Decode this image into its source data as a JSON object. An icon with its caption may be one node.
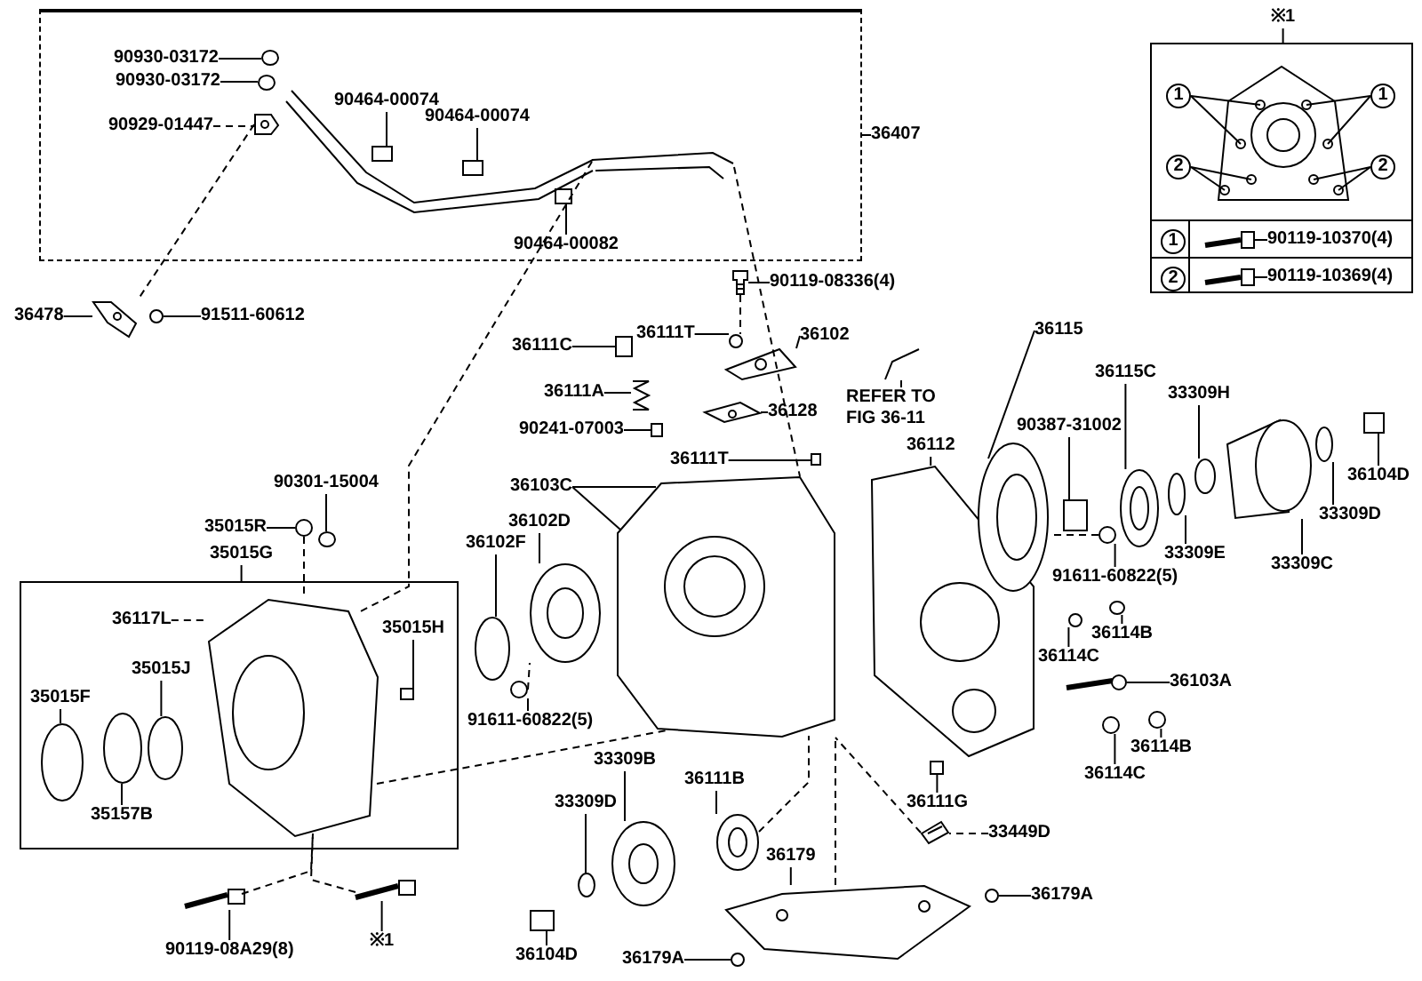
{
  "diagram": {
    "nodes": [
      {
        "text": [],
        "shape": "box"
      },
      {
        "text": [
          "90930-03172"
        ],
        "in": 0
      },
      {
        "text": [
          "90930-03172"
        ],
        "in": 0
      },
      {
        "text": [
          "90929-01447"
        ],
        "in": 0
      },
      {
        "text": [
          "90464-00074"
        ],
        "in": 0
      },
      {
        "text": [
          "90464-00074"
        ],
        "in": 0
      },
      {
        "text": [
          "90464-00082"
        ],
        "in": 0
      },
      {
        "text": [
          "36407"
        ]
      },
      {
        "text": [
          "36478"
        ]
      },
      {
        "text": [
          "91511-60612"
        ]
      },
      {
        "text": [
          "90119-08336(4)"
        ]
      },
      {
        "text": [
          "36111T"
        ]
      },
      {
        "text": [
          "36102"
        ]
      },
      {
        "text": [
          "36111C"
        ]
      },
      {
        "text": [
          "36111A"
        ]
      },
      {
        "text": [
          "90241-07003"
        ]
      },
      {
        "text": [
          "36128"
        ]
      },
      {
        "text": [
          "REFER TO FIG 36-11"
        ]
      },
      {
        "text": [
          "36111T"
        ]
      },
      {
        "text": [
          "36112"
        ]
      },
      {
        "text": [
          "36115"
        ]
      },
      {
        "text": [
          "36115C"
        ]
      },
      {
        "text": [
          "90387-31002"
        ]
      },
      {
        "text": [
          "33309H"
        ]
      },
      {
        "text": [
          "36104D"
        ]
      },
      {
        "text": [
          "33309D"
        ]
      },
      {
        "text": [
          "33309C"
        ]
      },
      {
        "text": [
          "33309E"
        ]
      },
      {
        "text": [
          "91611-60822(5)"
        ]
      },
      {
        "text": [
          "36103C"
        ]
      },
      {
        "text": [
          "36102D"
        ]
      },
      {
        "text": [
          "36102F"
        ]
      },
      {
        "text": [
          "90301-15004"
        ]
      },
      {
        "text": [
          "35015R"
        ]
      },
      {
        "text": [
          "36114B"
        ]
      },
      {
        "text": [
          "36114C"
        ]
      },
      {
        "text": [
          "36103A"
        ]
      },
      {
        "text": [
          "36114B"
        ]
      },
      {
        "text": [
          "36114C"
        ]
      },
      {
        "text": [
          "91611-60822(5)"
        ]
      },
      {
        "text": [
          "33309B"
        ]
      },
      {
        "text": [
          "33309D"
        ]
      },
      {
        "text": [
          "36111B"
        ]
      },
      {
        "text": [
          "36111G"
        ]
      },
      {
        "text": [
          "33449D"
        ]
      },
      {
        "text": [
          "36179"
        ]
      },
      {
        "text": [
          "36179A"
        ]
      },
      {
        "text": [
          "36104D"
        ]
      },
      {
        "text": [
          "36179A"
        ]
      },
      {
        "text": [],
        "shape": "box"
      },
      {
        "text": [
          "35015G"
        ]
      },
      {
        "text": [
          "36117L"
        ],
        "in": 49
      },
      {
        "text": [
          "35015H"
        ],
        "in": 49
      },
      {
        "text": [
          "35015J"
        ],
        "in": 49
      },
      {
        "text": [
          "35015F"
        ],
        "in": 49
      },
      {
        "text": [
          "35157B"
        ],
        "in": 49
      },
      {
        "text": [
          "90119-08A29(8)"
        ]
      },
      {
        "text": [
          "※1"
        ]
      },
      {
        "text": [],
        "shape": "box"
      },
      {
        "text": [
          "※1"
        ]
      },
      {
        "text": [
          "1"
        ],
        "in": 58
      },
      {
        "text": [
          "1"
        ],
        "in": 58
      },
      {
        "text": [
          "2"
        ],
        "in": 58
      },
      {
        "text": [
          "2"
        ],
        "in": 58
      },
      {
        "text": [
          "90119-10370(4)"
        ],
        "in": 58
      },
      {
        "text": [
          "90119-10369(4)"
        ],
        "in": 58
      },
      {
        "text": [
          "1"
        ],
        "in": 58
      },
      {
        "text": [
          "2"
        ],
        "in": 58
      },
      {
        "text": [],
        "shape": "circle",
        "in": 0
      },
      {
        "text": [],
        "shape": "circle",
        "in": 0
      },
      {
        "text": [],
        "shape": "picture",
        "in": 0
      },
      {
        "text": [],
        "shape": "box",
        "in": 0
      },
      {
        "text": [],
        "shape": "box",
        "in": 0
      },
      {
        "text": [],
        "shape": "box",
        "in": 0
      },
      {
        "text": [],
        "shape": "picture",
        "in": 0
      },
      {
        "text": [],
        "shape": "picture"
      },
      {
        "text": [],
        "shape": "circle"
      },
      {
        "text": [],
        "shape": "picture"
      },
      {
        "text": [],
        "shape": "circle"
      },
      {
        "text": [],
        "shape": "picture"
      },
      {
        "text": [],
        "shape": "box"
      },
      {
        "text": [],
        "shape": "picture"
      },
      {
        "text": [],
        "shape": "box"
      },
      {
        "text": [],
        "shape": "picture"
      },
      {
        "text": [],
        "shape": "picture"
      },
      {
        "text": [],
        "shape": "box"
      },
      {
        "text": [],
        "shape": "picture"
      },
      {
        "text": [],
        "shape": "picture"
      },
      {
        "text": [],
        "shape": "box"
      },
      {
        "text": [],
        "shape": "picture"
      },
      {
        "text": [],
        "shape": "circle"
      },
      {
        "text": [],
        "shape": "circle"
      },
      {
        "text": [],
        "shape": "picture"
      },
      {
        "text": [],
        "shape": "circle"
      },
      {
        "text": [],
        "shape": "box"
      },
      {
        "text": [],
        "shape": "circle"
      },
      {
        "text": [],
        "shape": "picture"
      },
      {
        "text": [],
        "shape": "picture"
      },
      {
        "text": [],
        "shape": "circle"
      },
      {
        "text": [],
        "shape": "circle"
      },
      {
        "text": [],
        "shape": "circle"
      },
      {
        "text": [],
        "shape": "circle"
      },
      {
        "text": [],
        "shape": "circle"
      },
      {
        "text": [],
        "shape": "picture"
      },
      {
        "text": [],
        "shape": "circle"
      },
      {
        "text": [],
        "shape": "circle"
      },
      {
        "text": [],
        "shape": "circle"
      },
      {
        "text": [],
        "shape": "picture"
      },
      {
        "text": [],
        "shape": "circle"
      },
      {
        "text": [],
        "shape": "box"
      },
      {
        "text": [],
        "shape": "picture"
      },
      {
        "text": [],
        "shape": "box"
      },
      {
        "text": [],
        "shape": "picture"
      },
      {
        "text": [],
        "shape": "picture"
      },
      {
        "text": [],
        "shape": "circle"
      },
      {
        "text": [],
        "shape": "circle"
      },
      {
        "text": [],
        "shape": "picture",
        "in": 49
      },
      {
        "text": [],
        "shape": "box",
        "in": 49
      },
      {
        "text": [],
        "shape": "circle",
        "in": 49
      },
      {
        "text": [],
        "shape": "circle",
        "in": 49
      },
      {
        "text": [],
        "shape": "circle",
        "in": 49
      },
      {
        "text": [],
        "shape": "picture"
      },
      {
        "text": [],
        "shape": "picture"
      },
      {
        "text": [],
        "shape": "picture",
        "in": 58
      },
      {
        "text": [],
        "shape": "picture",
        "in": 58
      },
      {
        "text": [],
        "shape": "picture",
        "in": 58
      }
    ],
    "edges": [
      {
        "from": 1,
        "to": 68,
        "arrow": "none"
      },
      {
        "from": 2,
        "to": 69,
        "arrow": "none"
      },
      {
        "from": 3,
        "to": 70,
        "arrow": "none",
        "style": "dashed"
      },
      {
        "from": 4,
        "to": 71,
        "arrow": "none"
      },
      {
        "from": 5,
        "to": 72,
        "arrow": "none"
      },
      {
        "from": 6,
        "to": 73,
        "arrow": "none"
      },
      {
        "from": 7,
        "to": 0,
        "arrow": "none"
      },
      {
        "from": 8,
        "to": 75,
        "arrow": "none"
      },
      {
        "from": 9,
        "to": 76,
        "arrow": "none"
      },
      {
        "from": 10,
        "to": 77,
        "arrow": "none"
      },
      {
        "from": 12,
        "to": 79,
        "arrow": "none"
      },
      {
        "from": 11,
        "to": 78,
        "arrow": "none"
      },
      {
        "from": 13,
        "to": 80,
        "arrow": "none"
      },
      {
        "from": 14,
        "to": 81,
        "arrow": "none"
      },
      {
        "from": 15,
        "to": 82,
        "arrow": "none"
      },
      {
        "from": 16,
        "to": 83,
        "arrow": "none"
      },
      {
        "from": 17,
        "to": 84,
        "arrow": "none"
      },
      {
        "from": 18,
        "to": 85,
        "arrow": "none"
      },
      {
        "from": 19,
        "to": 86,
        "arrow": "none"
      },
      {
        "from": 20,
        "to": 87,
        "arrow": "none"
      },
      {
        "from": 21,
        "to": 89,
        "arrow": "none"
      },
      {
        "from": 22,
        "to": 88,
        "arrow": "none"
      },
      {
        "from": 23,
        "to": 91,
        "arrow": "none"
      },
      {
        "from": 24,
        "to": 94,
        "arrow": "none"
      },
      {
        "from": 25,
        "to": 93,
        "arrow": "none"
      },
      {
        "from": 26,
        "to": 92,
        "arrow": "none"
      },
      {
        "from": 27,
        "to": 90,
        "arrow": "none"
      },
      {
        "from": 28,
        "to": 95,
        "arrow": "none"
      },
      {
        "from": 29,
        "to": 96,
        "arrow": "none"
      },
      {
        "from": 30,
        "to": 97,
        "arrow": "none"
      },
      {
        "from": 31,
        "to": 98,
        "arrow": "none"
      },
      {
        "from": 32,
        "to": 100,
        "arrow": "none"
      },
      {
        "from": 33,
        "to": 99,
        "arrow": "none"
      },
      {
        "from": 34,
        "to": 101,
        "arrow": "none"
      },
      {
        "from": 35,
        "to": 102,
        "arrow": "none"
      },
      {
        "from": 36,
        "to": 103,
        "arrow": "none"
      },
      {
        "from": 37,
        "to": 104,
        "arrow": "none"
      },
      {
        "from": 38,
        "to": 105,
        "arrow": "none"
      },
      {
        "from": 39,
        "to": 106,
        "arrow": "none"
      },
      {
        "from": 40,
        "to": 107,
        "arrow": "none"
      },
      {
        "from": 41,
        "to": 108,
        "arrow": "none"
      },
      {
        "from": 42,
        "to": 110,
        "arrow": "none"
      },
      {
        "from": 43,
        "to": 111,
        "arrow": "none"
      },
      {
        "from": 44,
        "to": 112,
        "arrow": "none",
        "style": "dashed"
      },
      {
        "from": 45,
        "to": 113,
        "arrow": "none"
      },
      {
        "from": 46,
        "to": 114,
        "arrow": "none"
      },
      {
        "from": 47,
        "to": 109,
        "arrow": "none"
      },
      {
        "from": 48,
        "to": 115,
        "arrow": "none"
      },
      {
        "from": 50,
        "to": 49,
        "arrow": "none"
      },
      {
        "from": 51,
        "to": 116,
        "arrow": "none",
        "style": "dashed"
      },
      {
        "from": 52,
        "to": 117,
        "arrow": "none"
      },
      {
        "from": 53,
        "to": 120,
        "arrow": "none"
      },
      {
        "from": 54,
        "to": 118,
        "arrow": "none"
      },
      {
        "from": 55,
        "to": 119,
        "arrow": "none"
      },
      {
        "from": 56,
        "to": 121,
        "arrow": "none"
      },
      {
        "from": 57,
        "to": 122,
        "arrow": "none"
      },
      {
        "from": 59,
        "to": 58,
        "arrow": "none"
      },
      {
        "from": 60,
        "to": 123,
        "arrow": "none"
      },
      {
        "from": 60,
        "to": 123,
        "arrow": "none"
      },
      {
        "from": 61,
        "to": 123,
        "arrow": "none"
      },
      {
        "from": 61,
        "to": 123,
        "arrow": "none"
      },
      {
        "from": 62,
        "to": 123,
        "arrow": "none"
      },
      {
        "from": 62,
        "to": 123,
        "arrow": "none"
      },
      {
        "from": 63,
        "to": 123,
        "arrow": "none"
      },
      {
        "from": 63,
        "to": 123,
        "arrow": "none"
      },
      {
        "from": 64,
        "to": 124,
        "arrow": "none"
      },
      {
        "from": 65,
        "to": 125,
        "arrow": "none"
      },
      {
        "from": 70,
        "to": 75,
        "arrow": "none",
        "style": "dashed"
      },
      {
        "from": 74,
        "to": 96,
        "arrow": "none",
        "style": "dashed"
      },
      {
        "from": 74,
        "to": 116,
        "arrow": "none",
        "style": "dashed"
      },
      {
        "from": 77,
        "to": 78,
        "arrow": "none",
        "style": "dashed"
      },
      {
        "from": 99,
        "to": 116,
        "arrow": "none",
        "style": "dashed"
      },
      {
        "from": 106,
        "to": 97,
        "arrow": "none",
        "style": "dashed"
      },
      {
        "from": 116,
        "to": 96,
        "arrow": "none",
        "style": "dashed"
      },
      {
        "from": 121,
        "to": 116,
        "arrow": "none",
        "style": "dashed"
      },
      {
        "from": 122,
        "to": 116,
        "arrow": "none",
        "style": "dashed"
      },
      {
        "from": 110,
        "to": 96,
        "arrow": "none",
        "style": "dashed"
      },
      {
        "from": 112,
        "to": 96,
        "arrow": "none",
        "style": "dashed"
      },
      {
        "from": 113,
        "to": 96,
        "arrow": "none",
        "style": "dashed"
      },
      {
        "from": 95,
        "to": 87,
        "arrow": "none",
        "style": "dashed"
      },
      {
        "from": 29,
        "to": 96,
        "arrow": "none"
      }
    ]
  }
}
